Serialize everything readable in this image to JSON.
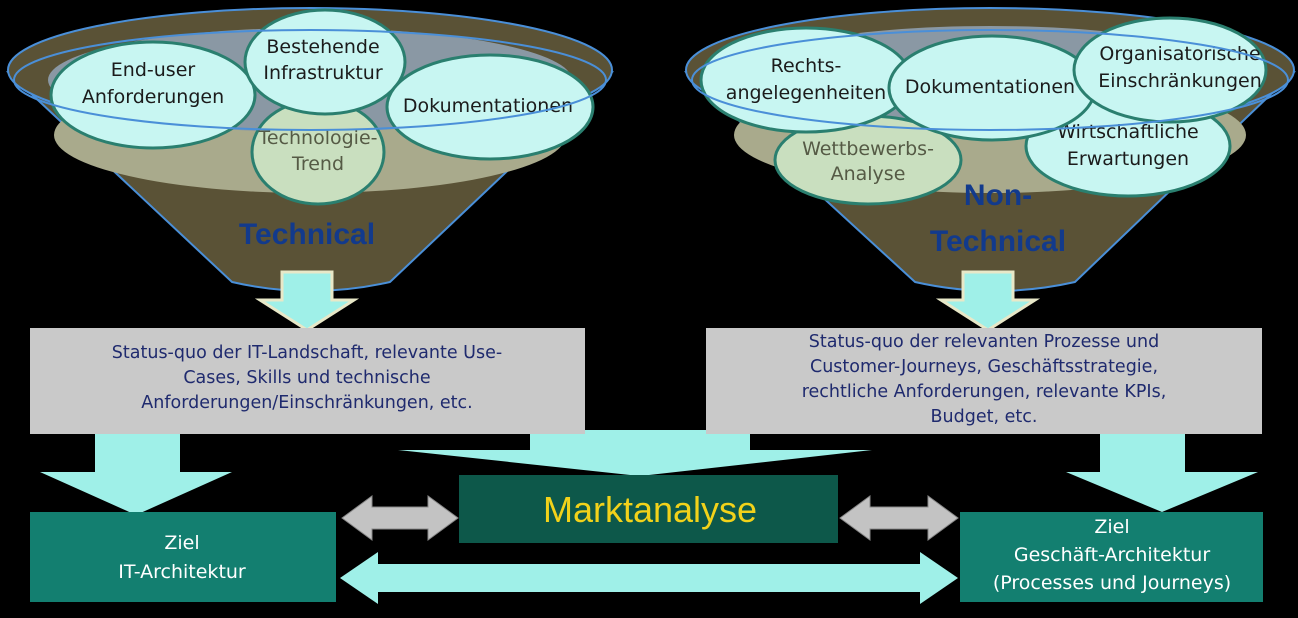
{
  "colors": {
    "funnel_body": "#5a5236",
    "funnel_inner": "#8a98a4",
    "funnel_band": "#a9aa8c",
    "bubble": "#c8f6f2",
    "bubble_green": "#c9dfbf",
    "bubble_stroke": "#2a7f6f",
    "ring": "#4a8fd8",
    "arrow": "#9ff0e8",
    "gray_box": "#c9c9c9",
    "teal_box": "#137f70",
    "dark_box": "#0d584a",
    "market_text": "#f2d21a",
    "label": "#123a8c"
  },
  "left_funnel": {
    "label": "Technical",
    "bubbles": [
      {
        "lines": [
          "End-user",
          "Anforderungen"
        ]
      },
      {
        "lines": [
          "Bestehende",
          "Infrastruktur"
        ]
      },
      {
        "lines": [
          "Dokumentationen"
        ]
      },
      {
        "lines": [
          "Technologie-",
          "Trend"
        ]
      }
    ]
  },
  "right_funnel": {
    "label_lines": [
      "Non-",
      "Technical"
    ],
    "bubbles": [
      {
        "lines": [
          "Rechts-",
          "angelegenheiten"
        ]
      },
      {
        "lines": [
          "Dokumentationen"
        ]
      },
      {
        "lines": [
          "Organisatorische",
          "Einschränkungen"
        ]
      },
      {
        "lines": [
          "Wettbewerbs-",
          "Analyse"
        ]
      },
      {
        "lines": [
          "Wirtschaftliche",
          "Erwartungen"
        ]
      }
    ]
  },
  "left_box": {
    "lines": [
      "Status-quo der IT-Landschaft, relevante Use-",
      "Cases, Skills und technische",
      "Anforderungen/Einschränkungen, etc."
    ]
  },
  "right_box": {
    "lines": [
      "Status-quo der relevanten Prozesse und",
      "Customer-Journeys, Geschäftsstrategie,",
      "rechtliche Anforderungen, relevante KPIs,",
      "Budget, etc."
    ]
  },
  "market": {
    "label": "Marktanalyse"
  },
  "left_target": {
    "lines": [
      "Ziel",
      "IT-Architektur"
    ]
  },
  "right_target": {
    "lines": [
      "Ziel",
      "Geschäft-Architektur",
      "(Processes und Journeys)"
    ]
  }
}
